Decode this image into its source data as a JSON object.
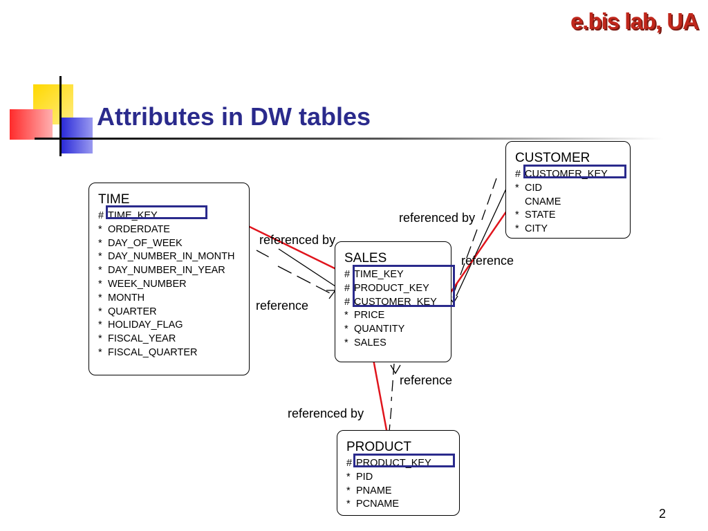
{
  "brand": "e.bis lab, UA",
  "title": "Attributes in DW tables",
  "page_number": "2",
  "entities": {
    "time": {
      "name": "TIME",
      "attributes": [
        {
          "marker": "#",
          "name": "TIME_KEY"
        },
        {
          "marker": "*",
          "name": "ORDERDATE"
        },
        {
          "marker": "*",
          "name": "DAY_OF_WEEK"
        },
        {
          "marker": "*",
          "name": "DAY_NUMBER_IN_MONTH"
        },
        {
          "marker": "*",
          "name": "DAY_NUMBER_IN_YEAR"
        },
        {
          "marker": "*",
          "name": "WEEK_NUMBER"
        },
        {
          "marker": "*",
          "name": "MONTH"
        },
        {
          "marker": "*",
          "name": "QUARTER"
        },
        {
          "marker": "*",
          "name": "HOLIDAY_FLAG"
        },
        {
          "marker": "*",
          "name": "FISCAL_YEAR"
        },
        {
          "marker": "*",
          "name": "FISCAL_QUARTER"
        }
      ]
    },
    "sales": {
      "name": "SALES",
      "attributes": [
        {
          "marker": "#",
          "name": "TIME_KEY"
        },
        {
          "marker": "#",
          "name": "PRODUCT_KEY"
        },
        {
          "marker": "#",
          "name": "CUSTOMER_KEY"
        },
        {
          "marker": "*",
          "name": "PRICE"
        },
        {
          "marker": "*",
          "name": "QUANTITY"
        },
        {
          "marker": "*",
          "name": "SALES"
        }
      ]
    },
    "customer": {
      "name": "CUSTOMER",
      "attributes": [
        {
          "marker": "#",
          "name": "CUSTOMER_KEY"
        },
        {
          "marker": "*",
          "name": "CID"
        },
        {
          "marker": "",
          "name": "CNAME"
        },
        {
          "marker": "*",
          "name": "STATE"
        },
        {
          "marker": "*",
          "name": "CITY"
        }
      ]
    },
    "product": {
      "name": "PRODUCT",
      "attributes": [
        {
          "marker": "#",
          "name": "PRODUCT_KEY"
        },
        {
          "marker": "*",
          "name": "PID"
        },
        {
          "marker": "*",
          "name": "PNAME"
        },
        {
          "marker": "*",
          "name": "PCNAME"
        }
      ]
    }
  },
  "relations": {
    "time_sales_referenced_by": "referenced by",
    "time_sales_reference": "reference",
    "customer_sales_referenced_by": "referenced by",
    "customer_sales_reference": "reference",
    "product_sales_reference": "reference",
    "product_sales_referenced_by": "referenced by"
  },
  "colors": {
    "brand": "#c0271c",
    "title": "#2a2a8c",
    "highlight_box": "#2a2a8c",
    "arrow": "#e0141c"
  }
}
